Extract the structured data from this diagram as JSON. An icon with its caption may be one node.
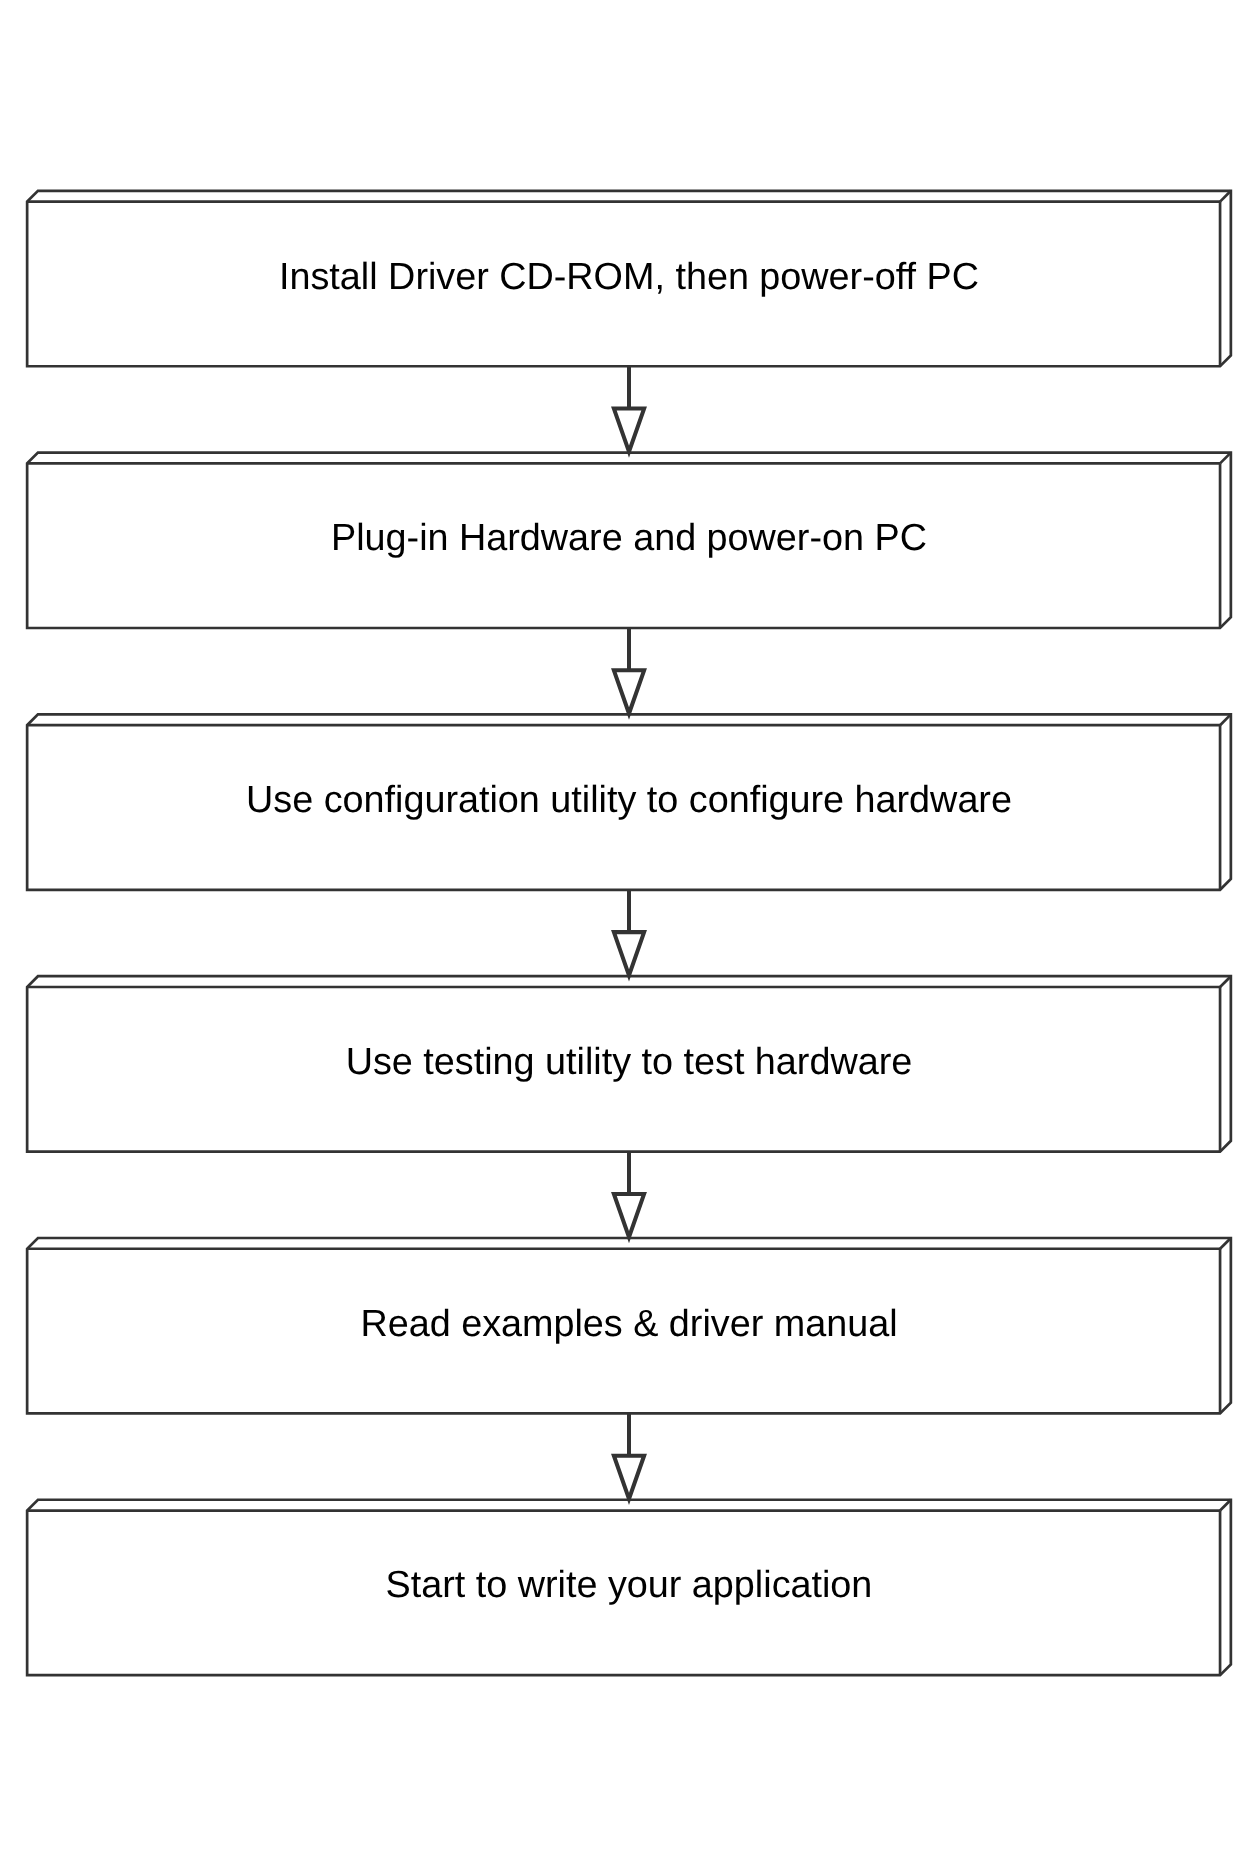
{
  "diagram": {
    "nodes": [
      {
        "text": [
          "Install Driver CD-ROM, then power-off PC"
        ]
      },
      {
        "text": [
          "Plug-in Hardware and power-on PC"
        ]
      },
      {
        "text": [
          "Use configuration utility to configure hardware"
        ]
      },
      {
        "text": [
          "Use testing utility to test hardware"
        ]
      },
      {
        "text": [
          "Read examples & driver manual"
        ]
      },
      {
        "text": [
          "Start to write your application"
        ]
      }
    ],
    "edges": [
      {
        "from": 0,
        "to": 1,
        "arrow": "to"
      },
      {
        "from": 1,
        "to": 2,
        "arrow": "to"
      },
      {
        "from": 2,
        "to": 3,
        "arrow": "to"
      },
      {
        "from": 3,
        "to": 4,
        "arrow": "to"
      },
      {
        "from": 4,
        "to": 5,
        "arrow": "to"
      }
    ]
  }
}
